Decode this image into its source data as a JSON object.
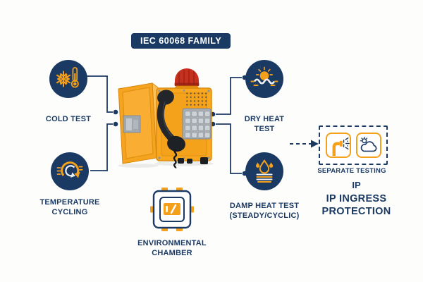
{
  "header": {
    "title": "IEC 60068 FAMILY"
  },
  "colors": {
    "navy": "#1B3A63",
    "orange": "#F5A01B",
    "beacon_red": "#C5301F",
    "phone_orange": "#F7A41E"
  },
  "tests": [
    {
      "name": "cold-test",
      "icon": "snowflake-thermometer-icon",
      "label_lines": [
        "COLD TEST"
      ]
    },
    {
      "name": "temperature-cycling",
      "icon": "cycle-arrows-icon",
      "label_lines": [
        "TEMPERATURE",
        "CYCLING"
      ]
    },
    {
      "name": "dry-heat-test",
      "icon": "sun-heatwave-icon",
      "label_lines": [
        "DRY HEAT",
        "TEST"
      ]
    },
    {
      "name": "damp-heat-test",
      "icon": "water-droplets-icon",
      "label_lines": [
        "DAMP HEAT TEST",
        "(STEADY/CYCLIC)"
      ]
    }
  ],
  "chamber": {
    "icon": "environmental-chamber-icon",
    "label_lines": [
      "ENVIRONMENTAL",
      "CHAMBER"
    ]
  },
  "separate_testing": {
    "label": "SEPARATE TESTING",
    "icons": [
      "spray-nozzle-icon",
      "cloud-sun-icon"
    ]
  },
  "ingress_protection": {
    "code": "IP",
    "label_lines": [
      "IP INGRESS",
      "PROTECTION"
    ]
  }
}
